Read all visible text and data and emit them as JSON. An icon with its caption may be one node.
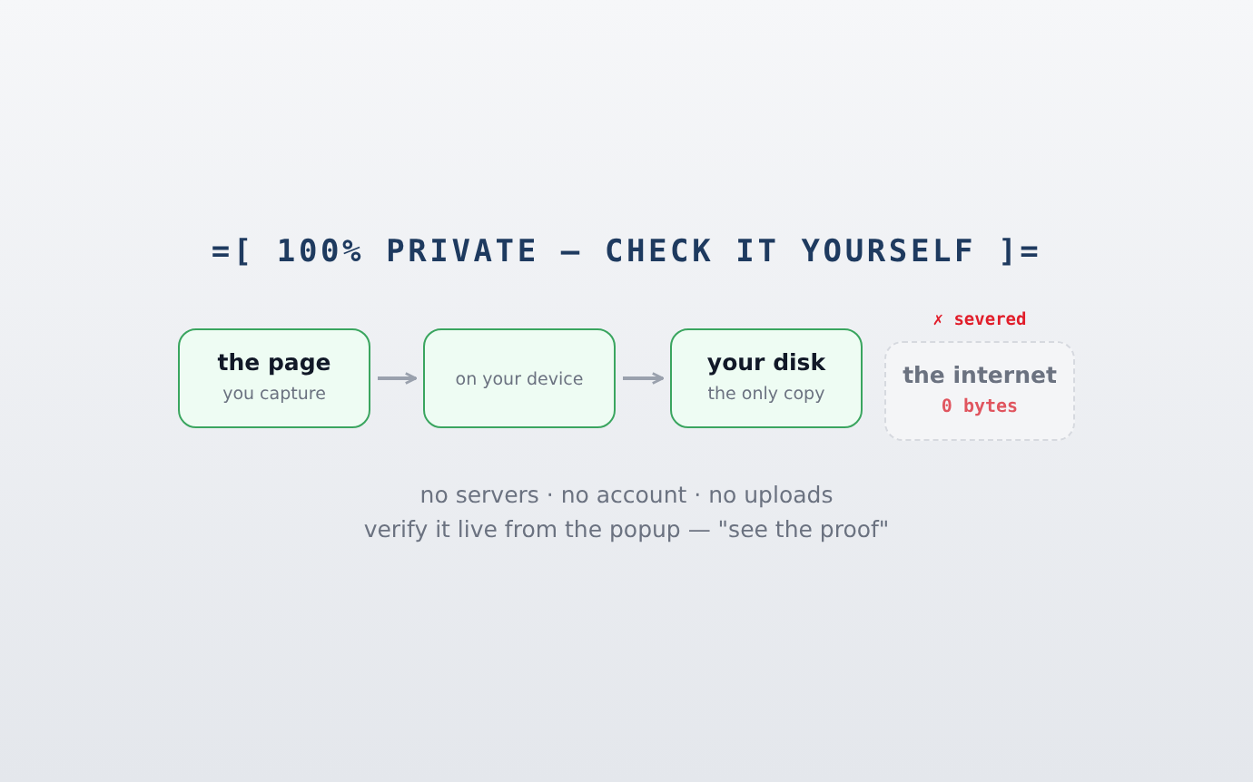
{
  "diagram": {
    "title": "=[ 100% PRIVATE — CHECK IT YOURSELF ]=",
    "nodes": [
      {
        "text": [
          "the page",
          "you capture"
        ]
      },
      {
        "text": [
          "on your device"
        ]
      },
      {
        "text": [
          "your disk",
          "the only copy"
        ]
      },
      {
        "text": [
          "the internet",
          "0 bytes"
        ],
        "beside": [
          "✗ severed"
        ]
      }
    ],
    "edges": [
      {
        "from": 0,
        "to": 1,
        "arrow": "to"
      },
      {
        "from": 1,
        "to": 2,
        "arrow": "to"
      }
    ],
    "labels": [
      "no servers · no account · no uploads",
      "verify it live from the popup — \"see the proof\""
    ]
  }
}
